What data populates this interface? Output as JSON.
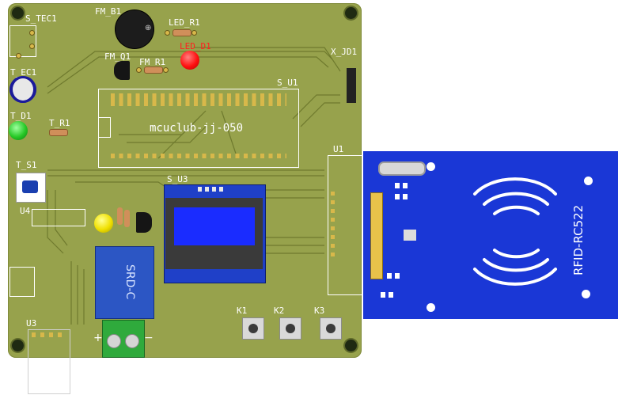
{
  "labels": {
    "s_tec1": "S_TEC1",
    "fm_b1": "FM_B1",
    "led_r1": "LED_R1",
    "led_d1": "LED_D1",
    "fm_q1": "FM_Q1",
    "fm_r1": "FM_R1",
    "x_jd1": "X_JD1",
    "t_ec1": "T_EC1",
    "s_u1": "S_U1",
    "t_d1": "T_D1",
    "t_r1": "T_R1",
    "mcu": "mcuclub-jj-050",
    "t_s1": "T_S1",
    "s_u3": "S_U3",
    "u4": "U4",
    "u1": "U1",
    "k1": "K1",
    "k2": "K2",
    "k3": "K3",
    "u3": "U3",
    "relay": "SRD-C",
    "rfid": "RFID-RC522"
  },
  "colors": {
    "pcb": "#97a24c",
    "rfid_board": "#1a37d6",
    "oled_screen": "#1a2cff",
    "led_red": "#ff1010",
    "led_green": "#26c926",
    "led_yellow": "#f0e000",
    "relay": "#2c56c4",
    "terminal": "#2faa3c"
  }
}
